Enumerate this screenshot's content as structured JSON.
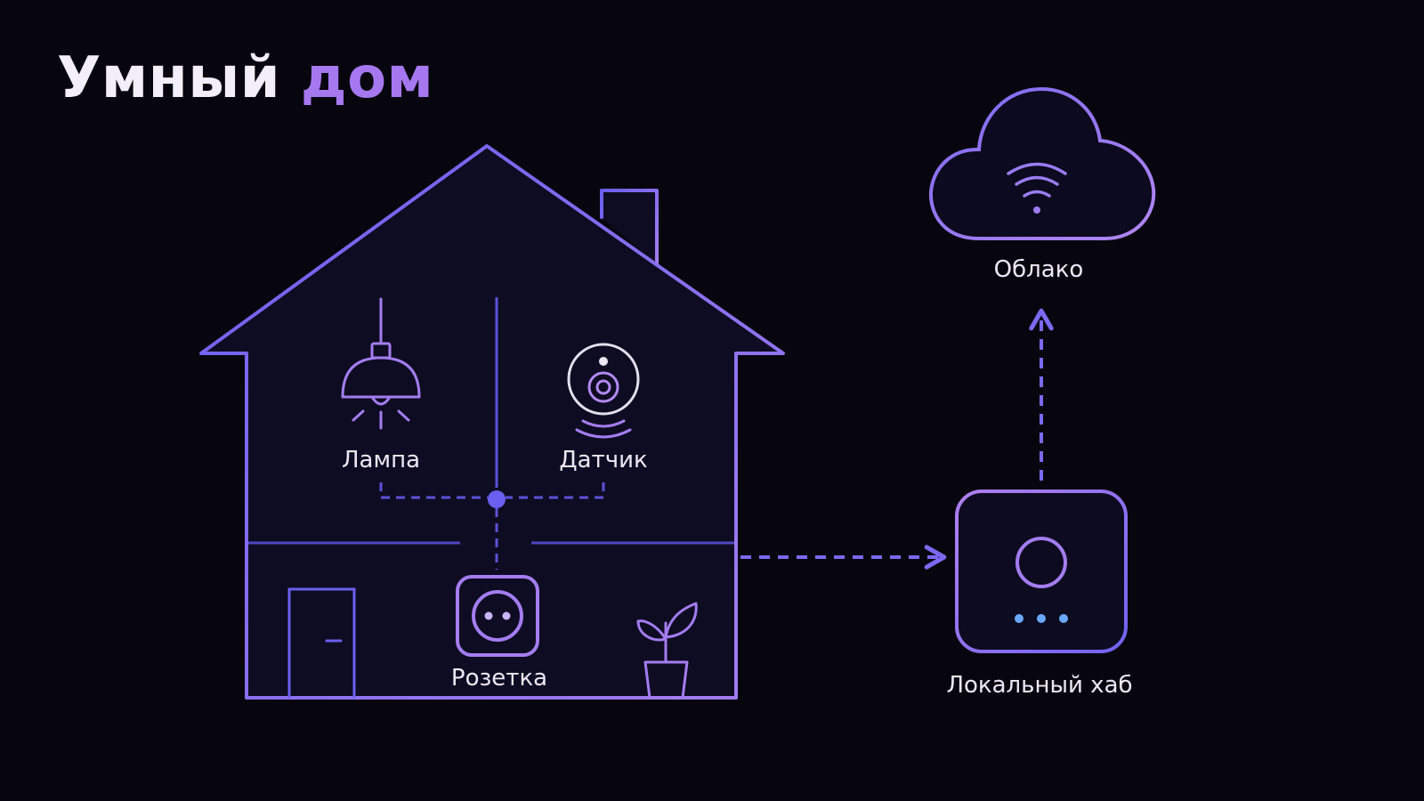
{
  "title": {
    "part1": "Умный",
    "part2": "дом"
  },
  "nodes": {
    "lamp": {
      "label": "Лампа",
      "icon": "lamp-icon"
    },
    "sensor": {
      "label": "Датчик",
      "icon": "sensor-icon"
    },
    "socket": {
      "label": "Розетка",
      "icon": "socket-icon"
    },
    "hub": {
      "label": "Локальный хаб",
      "icon": "hub-icon"
    },
    "cloud": {
      "label": "Облако",
      "icon": "cloud-wifi-icon"
    }
  },
  "colors": {
    "background": "#07060f",
    "line_blue": "#6f63f2",
    "line_violet": "#a77cf2",
    "accent_title": "#a678f0",
    "dot_blue": "#6aa8ff",
    "text": "#ece8f6"
  }
}
